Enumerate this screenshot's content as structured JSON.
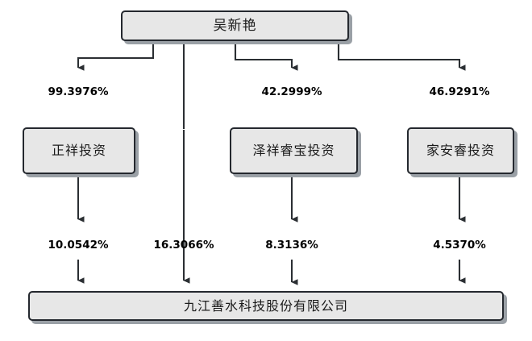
{
  "diagram": {
    "type": "ownership-structure-chart",
    "title_text": "",
    "colors": {
      "box_fill": "#e7e7e7",
      "box_border": "#24282e",
      "connector": "#2b2f33",
      "text": "#1b1b1b",
      "background": "#ffffff"
    },
    "root": {
      "id": "root",
      "label": "吴新艳"
    },
    "intermediates": [
      {
        "id": "a",
        "label": "正祥投资"
      },
      {
        "id": "b",
        "label": "泽祥睿宝投资"
      },
      {
        "id": "c",
        "label": "家安睿投资"
      }
    ],
    "target": {
      "id": "target",
      "label": "九江善水科技股份有限公司"
    },
    "upper_edges": [
      {
        "from": "root",
        "to": "a",
        "label": "99.3976%"
      },
      {
        "from": "root",
        "to": "b",
        "label": "42.2999%"
      },
      {
        "from": "root",
        "to": "c",
        "label": "46.9291%"
      }
    ],
    "lower_edges": [
      {
        "from": "a",
        "to": "target",
        "label": "10.0542%"
      },
      {
        "from": "root",
        "to": "target",
        "label": "16.3066%"
      },
      {
        "from": "b",
        "to": "target",
        "label": "8.3136%"
      },
      {
        "from": "c",
        "to": "target",
        "label": "4.5370%"
      }
    ],
    "percent_labels": {
      "upper_a": "99.3976%",
      "upper_b": "42.2999%",
      "upper_c": "46.9291%",
      "lower_a": "10.0542%",
      "lower_direct": "16.3066%",
      "lower_b": "8.3136%",
      "lower_c": "4.5370%"
    }
  }
}
